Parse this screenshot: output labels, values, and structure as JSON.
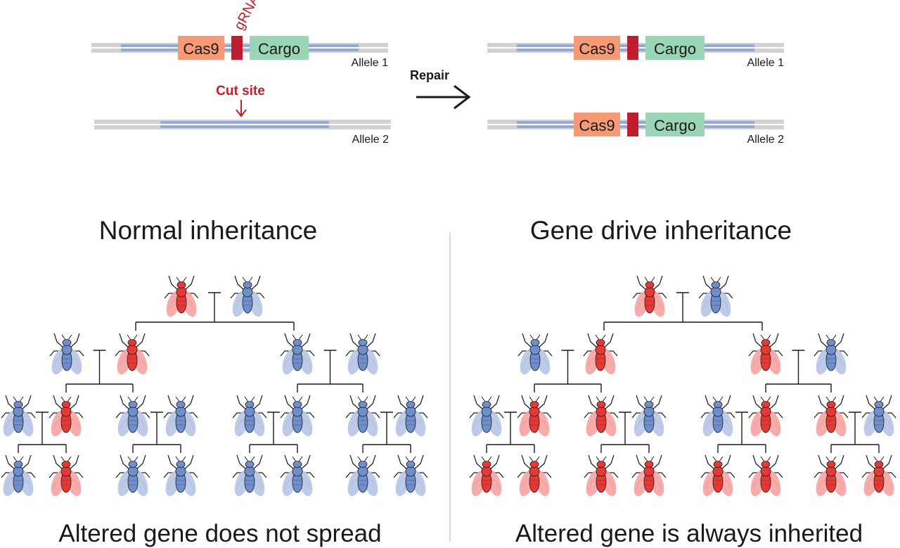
{
  "constructs": {
    "cas9_label": "Cas9",
    "cargo_label": "Cargo",
    "grna_label": "gRNA",
    "cut_site_label": "Cut site",
    "allele1_label": "Allele 1",
    "allele2_label": "Allele 2",
    "repair_label": "Repair"
  },
  "panels": {
    "normal": {
      "title": "Normal inheritance",
      "caption": "Altered gene does not spread",
      "generations": [
        [
          "red",
          "blue"
        ],
        [
          "blue",
          "red",
          "blue",
          "blue"
        ],
        [
          "blue",
          "red",
          "blue",
          "blue",
          "blue",
          "blue",
          "blue",
          "blue"
        ],
        [
          "blue",
          "red",
          "blue",
          "blue",
          "blue",
          "blue",
          "blue",
          "blue"
        ]
      ]
    },
    "drive": {
      "title": "Gene drive inheritance",
      "caption": "Altered gene is always inherited",
      "generations": [
        [
          "red",
          "blue"
        ],
        [
          "blue",
          "red",
          "red",
          "blue"
        ],
        [
          "blue",
          "red",
          "red",
          "blue",
          "blue",
          "red",
          "red",
          "blue"
        ],
        [
          "red",
          "red",
          "red",
          "red",
          "red",
          "red",
          "red",
          "red"
        ]
      ]
    }
  },
  "colors": {
    "backbone": "#d2d2d2",
    "gene": "#93a9da",
    "cas9": "#f59a74",
    "cargo": "#9ad5b5",
    "grna": "#be1e2d",
    "red_label": "#be1e2d",
    "fly_red_body": "#e53935",
    "fly_red_wing": "#f7a6a6",
    "fly_blue_body": "#6f8fcc",
    "fly_blue_wing": "#b9c8e8",
    "divider": "#b0b0b0",
    "text": "#1a1a1a"
  }
}
